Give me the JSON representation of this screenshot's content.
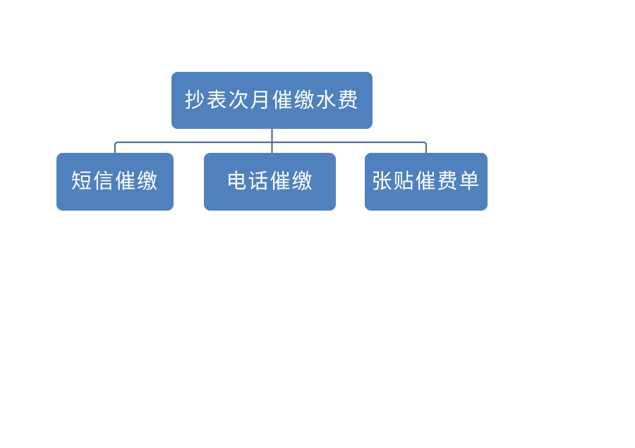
{
  "diagram": {
    "type": "org-chart",
    "root": {
      "label": "抄表次月催缴水费"
    },
    "children": [
      {
        "label": "短信催缴"
      },
      {
        "label": "电话催缴"
      },
      {
        "label": "张贴催费单"
      }
    ],
    "colors": {
      "node_fill": "#4E81BD",
      "node_text": "#FFFFFF",
      "connector": "#50709A",
      "background": "#FFFFFF"
    }
  }
}
